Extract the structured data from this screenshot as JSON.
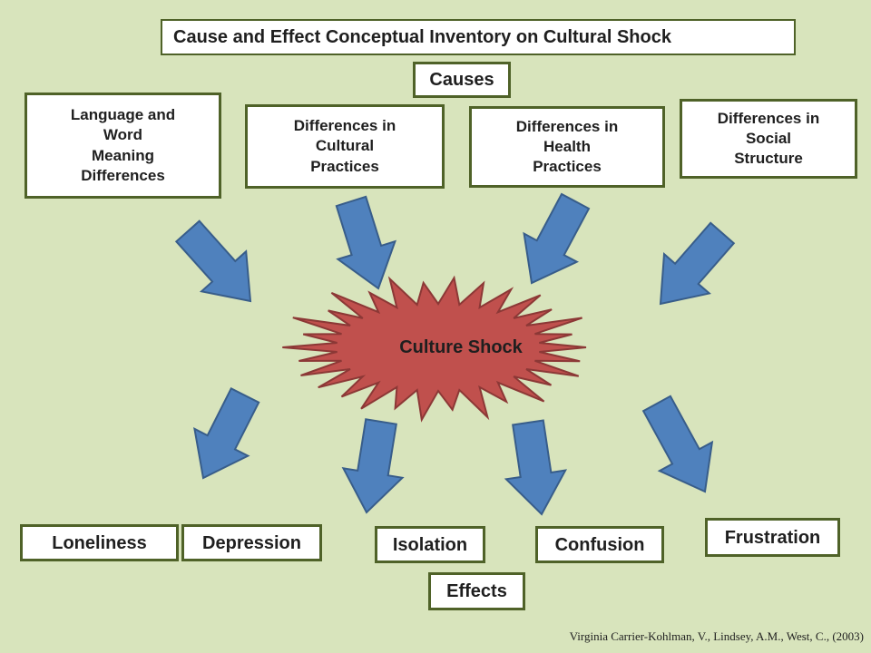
{
  "title": "Cause and Effect Conceptual Inventory on Cultural Shock",
  "causes_label": "Causes",
  "effects_label": "Effects",
  "center_label": "Culture Shock",
  "causes": [
    "Language and\nWord\nMeaning\nDifferences",
    "Differences in\nCultural\nPractices",
    "Differences in\nHealth\nPractices",
    "Differences  in\nSocial\nStructure"
  ],
  "effects": [
    "Loneliness",
    "Depression",
    "Isolation",
    "Confusion",
    "Frustration"
  ],
  "citation": "Virginia Carrier-Kohlman, V.,  Lindsey, A.M., West, C., (2003)",
  "colors": {
    "background": "#d8e4bc",
    "box_border": "#4f6228",
    "arrow_fill": "#4f81bd",
    "arrow_stroke": "#385d8a",
    "burst_fill": "#c0504d",
    "burst_stroke": "#8c3836"
  }
}
